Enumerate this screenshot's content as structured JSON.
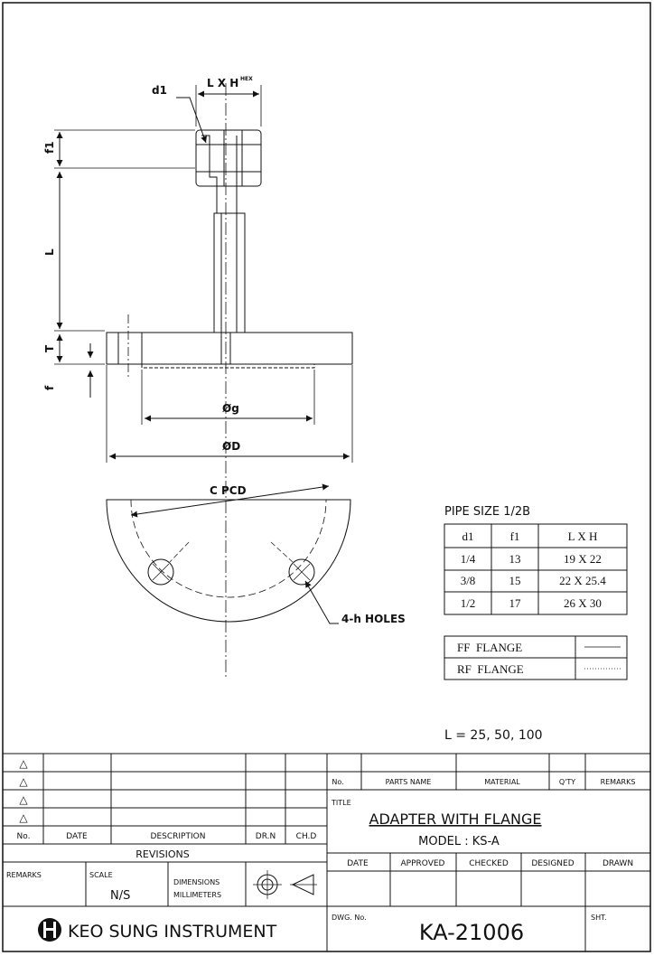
{
  "drawing": {
    "labels": {
      "lxh": "L X H",
      "hex": "HEX",
      "d1": "d1",
      "f1": "f1",
      "L": "L",
      "T": "T",
      "f": "f",
      "phi_g": "Øg",
      "phi_D": "ØD",
      "c_pcd": "C PCD",
      "holes": "4-h HOLES"
    },
    "pipe_size_title": "PIPE SIZE 1/2B",
    "size_table": {
      "headers": [
        "d1",
        "f1",
        "L X H"
      ],
      "rows": [
        [
          "1/4",
          "13",
          "19 X 22"
        ],
        [
          "3/8",
          "15",
          "22 X 25.4"
        ],
        [
          "1/2",
          "17",
          "26 X 30"
        ]
      ]
    },
    "flange_legend": [
      {
        "label": "FF  FLANGE",
        "line": "solid"
      },
      {
        "label": "RF  FLANGE",
        "line": "dotted"
      }
    ],
    "length_note": "L = 25, 50, 100"
  },
  "title_block": {
    "revision_mark": "△",
    "rev_headers": {
      "no": "No.",
      "date": "DATE",
      "description": "DESCRIPTION",
      "drn": "DR.N",
      "chd": "CH.D"
    },
    "revisions_label": "REVISIONS",
    "remarks_label": "REMARKS",
    "scale_label": "SCALE",
    "scale_value": "N/S",
    "dimensions_label": "DIMENSIONS",
    "units_label": "MILLIMETERS",
    "parts_headers": {
      "no": "No.",
      "parts_name": "PARTS NAME",
      "material": "MATERIAL",
      "qty": "Q'TY",
      "remarks": "REMARKS"
    },
    "title_label": "TITLE",
    "title": "ADAPTER WITH FLANGE",
    "model": "MODEL : KS-A",
    "approval_headers": {
      "date": "DATE",
      "approved": "APPROVED",
      "checked": "CHECKED",
      "designed": "DESIGNED",
      "drawn": "DRAWN"
    },
    "company": "KEO SUNG INSTRUMENT",
    "dwg_no_label": "DWG. No.",
    "dwg_no": "KA-21006",
    "sht_label": "SHT."
  }
}
